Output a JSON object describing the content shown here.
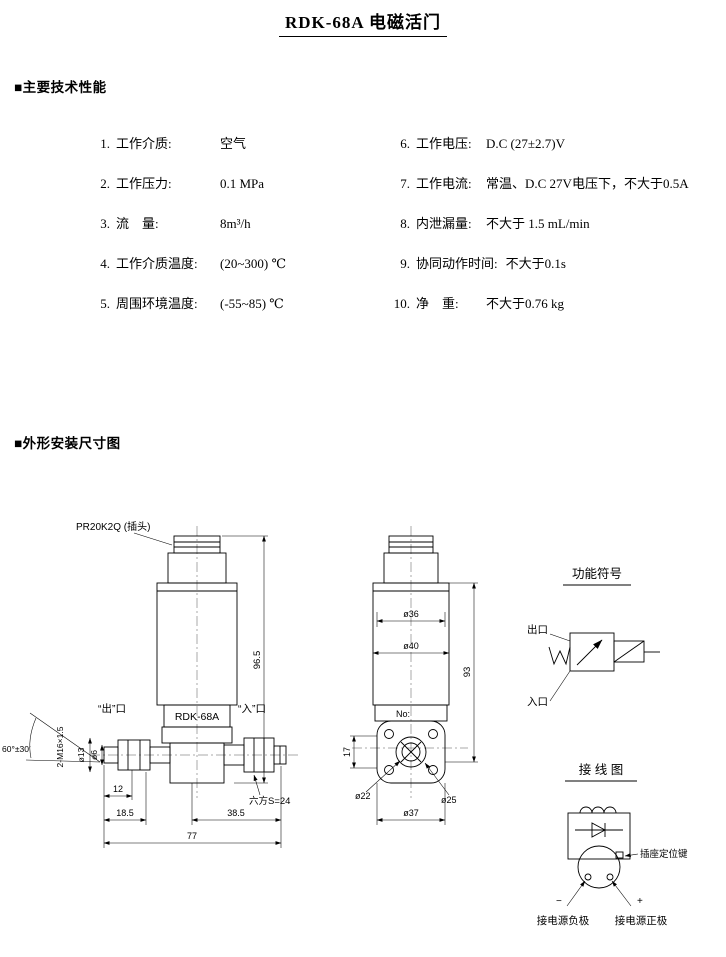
{
  "title": "RDK-68A 电磁活门",
  "sections": {
    "specs": "■主要技术性能",
    "drawing": "■外形安装尺寸图"
  },
  "specs_left": [
    {
      "num": "1.",
      "label": "工作介质:",
      "value": "空气"
    },
    {
      "num": "2.",
      "label": "工作压力:",
      "value": "0.1 MPa"
    },
    {
      "num": "3.",
      "label": "流　量:",
      "value": "8m³/h"
    },
    {
      "num": "4.",
      "label": "工作介质温度:",
      "value": "(20~300) ℃"
    },
    {
      "num": "5.",
      "label": "周围环境温度:",
      "value": "(-55~85) ℃"
    }
  ],
  "specs_right": [
    {
      "num": "6.",
      "label": "工作电压:",
      "value": "D.C (27±2.7)V"
    },
    {
      "num": "7.",
      "label": "工作电流:",
      "value": "常温、D.C 27V电压下，不大于0.5A"
    },
    {
      "num": "8.",
      "label": "内泄漏量:",
      "value": "不大于 1.5 mL/min"
    },
    {
      "num": "9.",
      "label": "协同动作时间:",
      "value": "不大于0.1s"
    },
    {
      "num": "10.",
      "label": "净　重:",
      "value": "不大于0.76 kg"
    }
  ],
  "drawing": {
    "plug_label": "PR20K2Q (插头)",
    "out_port": "“出”口",
    "in_port": "“入”口",
    "model": "RDK-68A",
    "hex": "六方S=24",
    "no_label": "No:",
    "dims": {
      "h_side": "96.5",
      "w_total": "77",
      "w_right": "38.5",
      "w_left": "18.5",
      "w_nipple": "12",
      "d13": "ø13",
      "d6": "ø6",
      "thread": "2-M16×1.5",
      "angle": "60°±30′",
      "d36": "ø36",
      "d40": "ø40",
      "h_front": "93",
      "h17": "17",
      "d22": "ø22",
      "d37": "ø37",
      "d25": "ø25"
    },
    "function_symbol": {
      "title": "功能符号",
      "outlet": "出口",
      "inlet": "入口"
    },
    "wiring": {
      "title": "接 线 图",
      "key_label": "插座定位键",
      "negative": "接电源负极",
      "positive": "接电源正极",
      "minus": "−",
      "plus": "+"
    }
  }
}
